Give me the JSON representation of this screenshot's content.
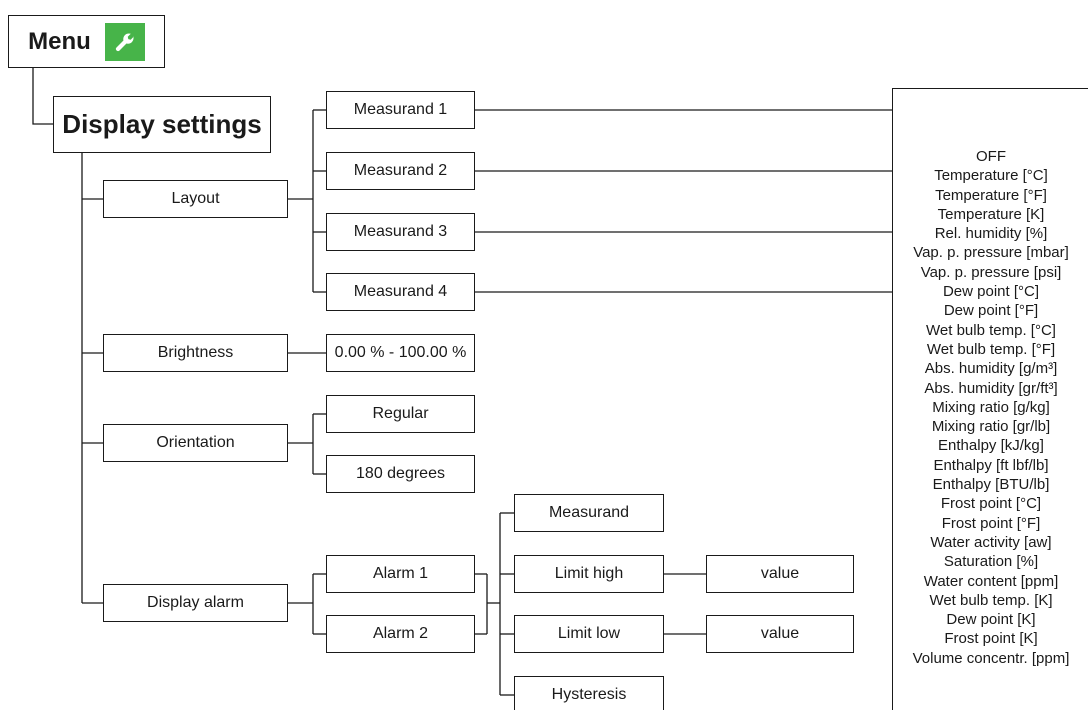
{
  "root": {
    "label": "Menu",
    "icon": "wrench-icon",
    "icon_bg": "#47b449"
  },
  "section": {
    "label": "Display settings"
  },
  "items": {
    "layout": {
      "label": "Layout",
      "measurands": [
        "Measurand 1",
        "Measurand 2",
        "Measurand 3",
        "Measurand 4"
      ]
    },
    "brightness": {
      "label": "Brightness",
      "range": "0.00 % - 100.00 %"
    },
    "orientation": {
      "label": "Orientation",
      "options": [
        "Regular",
        "180 degrees"
      ]
    },
    "display_alarm": {
      "label": "Display alarm",
      "alarms": [
        "Alarm 1",
        "Alarm 2"
      ],
      "settings": [
        "Measurand",
        "Limit high",
        "Limit low",
        "Hysteresis"
      ],
      "value_label": "value"
    }
  },
  "measurand_options": [
    "OFF",
    "Temperature [°C]",
    "Temperature [°F]",
    "Temperature [K]",
    "Rel. humidity [%]",
    "Vap. p. pressure [mbar]",
    "Vap. p. pressure [psi]",
    "Dew point [°C]",
    "Dew point [°F]",
    "Wet bulb temp. [°C]",
    "Wet bulb temp. [°F]",
    "Abs. humidity [g/m³]",
    "Abs. humidity [gr/ft³]",
    "Mixing ratio [g/kg]",
    "Mixing ratio [gr/lb]",
    "Enthalpy [kJ/kg]",
    "Enthalpy [ft lbf/lb]",
    "Enthalpy [BTU/lb]",
    "Frost point [°C]",
    "Frost point [°F]",
    "Water activity [aw]",
    "Saturation [%]",
    "Water content [ppm]",
    "Wet bulb temp. [K]",
    "Dew point [K]",
    "Frost point [K]",
    "Volume concentr. [ppm]"
  ]
}
